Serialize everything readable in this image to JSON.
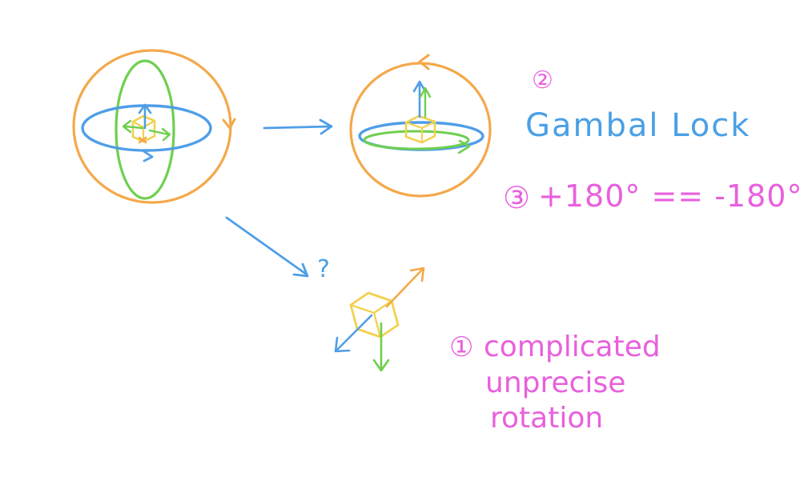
{
  "labels": {
    "gimbal_number": "②",
    "gimbal_text": "Gambal Lock",
    "angle_number": "③",
    "angle_text": "+180° == -180°",
    "question_mark": "?",
    "issues_number": "①",
    "issues_line1": "complicated",
    "issues_line2": "unprecise",
    "issues_line3": "rotation"
  },
  "colors": {
    "pink": "#e860dd",
    "blue": "#4aa0e6",
    "orange": "#f3a94b",
    "green": "#6fcf4f",
    "yellow": "#f2d14e"
  }
}
